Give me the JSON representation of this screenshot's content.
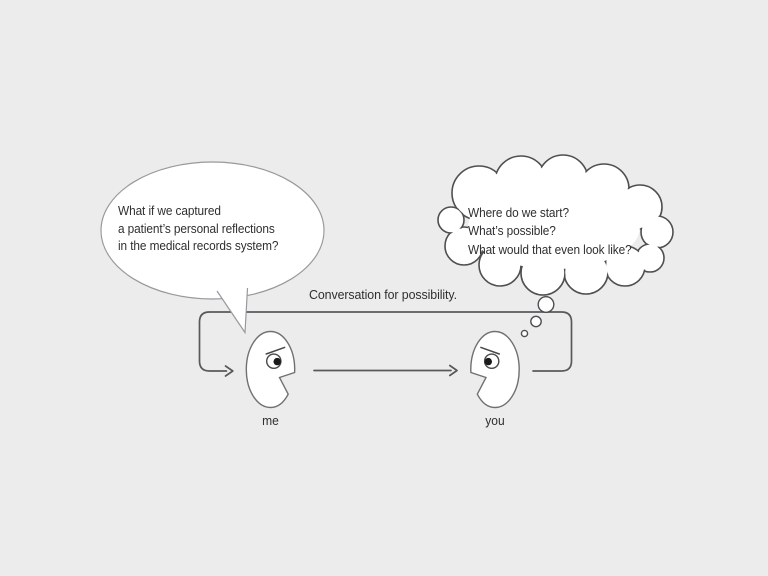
{
  "diagram": {
    "loop_label": "Conversation for possibility.",
    "speech_bubble": {
      "speaker": "me",
      "lines": [
        "What if we captured",
        "a patient’s personal reflections",
        "in the medical records system?"
      ]
    },
    "thought_cloud": {
      "thinker": "you",
      "lines": [
        "Where do we start?",
        "What’s possible?",
        "What would that even look like?"
      ]
    },
    "actors": {
      "left": "me",
      "right": "you"
    },
    "colors": {
      "background": "#ececec",
      "line": "#58595b",
      "bubble_outline": "#97999c",
      "cloud_outline": "#4e4f51",
      "face_outline": "#6e7072",
      "eye_outline": "#47484a",
      "pupil": "#1a1a1a",
      "shape_fill": "#ffffff",
      "text": "#2e2f30"
    }
  }
}
